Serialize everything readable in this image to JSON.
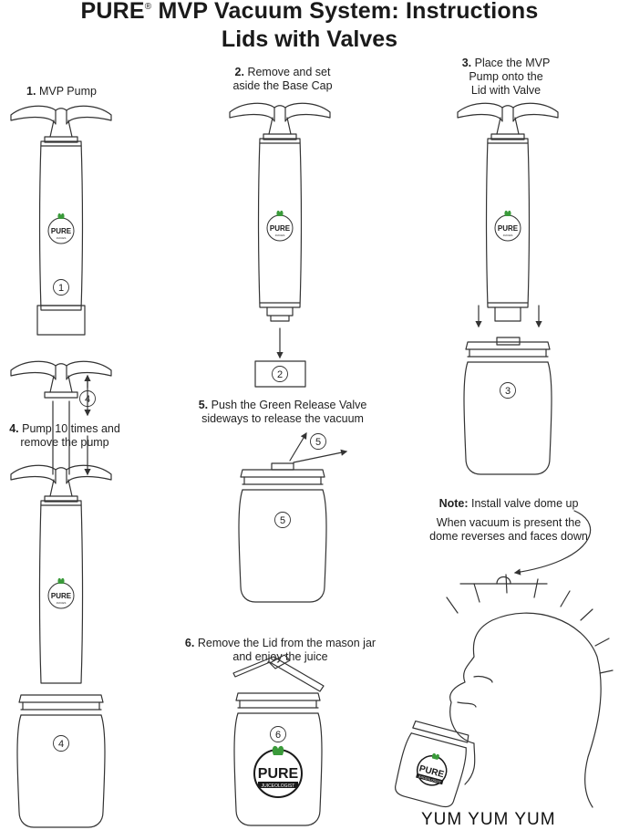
{
  "title": {
    "brand": "PURE",
    "mark": "®",
    "line1_rest": "MVP Vacuum System: Instructions",
    "line2": "Lids with Valves"
  },
  "steps": {
    "s1": {
      "num": "1.",
      "text": "MVP Pump"
    },
    "s2": {
      "num": "2.",
      "text_a": "Remove and set",
      "text_b": "aside the Base Cap"
    },
    "s3": {
      "num": "3.",
      "text_a": "Place the MVP",
      "text_b": "Pump onto the",
      "text_c": "Lid with Valve"
    },
    "s4": {
      "num": "4.",
      "text_a": "Pump 10 times and",
      "text_b": "remove the pump"
    },
    "s5": {
      "num": "5.",
      "text_a": "Push the Green Release Valve",
      "text_b": "sideways to release the vacuum"
    },
    "s6": {
      "num": "6.",
      "text_a": "Remove the Lid from the mason jar",
      "text_b": "and enjoy the juice"
    }
  },
  "note": {
    "label": "Note:",
    "text": "Install valve dome up",
    "line2": "When vacuum is present the",
    "line3": "dome reverses and faces down"
  },
  "circle_labels": {
    "c1": "1",
    "c2": "2",
    "c3": "3",
    "c4a": "4",
    "c4b": "4",
    "c5a": "5",
    "c5b": "5",
    "c6": "6"
  },
  "logo": {
    "word": "PURE",
    "sub": "JUICES",
    "big_sub": "JUICEOLOGIST"
  },
  "yum": "YUM  YUM  YUM",
  "colors": {
    "line": "#333333",
    "leaf": "#3a9a3a",
    "ink": "#1a1a1a"
  }
}
